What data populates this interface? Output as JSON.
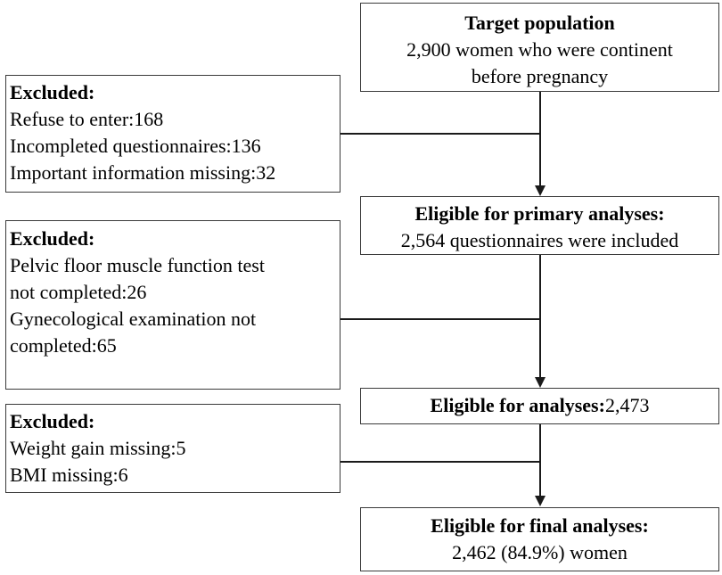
{
  "main_flow": {
    "target": {
      "title": "Target population",
      "line1": "2,900 women who were continent",
      "line2": "before pregnancy"
    },
    "primary": {
      "title": "Eligible for primary analyses:",
      "line1": "2,564 questionnaires were included"
    },
    "analyses": {
      "title": "Eligible for analyses:",
      "value": "2,473"
    },
    "final": {
      "title": "Eligible for final analyses:",
      "line1": "2,462 (84.9%) women"
    }
  },
  "exclusions": [
    {
      "title": "Excluded:",
      "lines": [
        "Refuse to enter:168",
        "Incompleted questionnaires:136",
        "Important information missing:32"
      ]
    },
    {
      "title": "Excluded:",
      "lines": [
        "Pelvic floor muscle function test",
        "not completed:26",
        "Gynecological examination not",
        "completed:65"
      ]
    },
    {
      "title": "Excluded:",
      "lines": [
        "Weight gain missing:5",
        "BMI missing:6"
      ]
    }
  ]
}
